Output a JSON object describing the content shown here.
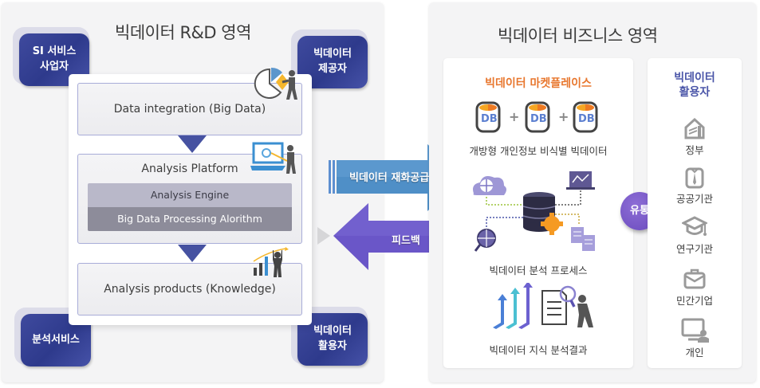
{
  "rd_area": {
    "title": "빅데이터 R&D 영역",
    "badges": {
      "si": "SI 서비스\n사업자",
      "provider": "빅데이터\n제공자",
      "analysis": "분석서비스",
      "user": "빅데이터\n활용자"
    },
    "stages": {
      "integration": "Data integration (Big Data)",
      "platform": "Analysis Platform",
      "engine": "Analysis Engine",
      "algorithm": "Big Data Processing Alorithm",
      "products": "Analysis products (Knowledge)"
    },
    "icons": [
      "pie-chart-person-icon",
      "laptop-presenter-icon",
      "growth-chart-person-icon"
    ]
  },
  "arrows": {
    "supply": "빅데이터 재화공급",
    "feedback": "피드백"
  },
  "biz_area": {
    "title": "빅데이터 비즈니스 영역",
    "marketplace": {
      "title": "빅데이터 마켓플레이스",
      "db_label": "DB",
      "plus": "+",
      "open_data_caption": "개방형 개인정보 비식별 빅데이터",
      "process_caption": "빅데이터 분석 프로세스",
      "knowledge_caption": "빅데이터 지식 분석결과"
    },
    "distribution": "유통",
    "users": {
      "title": "빅데이터\n활용자",
      "items": [
        {
          "label": "정부",
          "icon": "government-building-icon"
        },
        {
          "label": "공공기관",
          "icon": "shirt-tie-icon"
        },
        {
          "label": "연구기관",
          "icon": "graduation-cap-icon"
        },
        {
          "label": "민간기업",
          "icon": "briefcase-icon"
        },
        {
          "label": "개인",
          "icon": "monitor-person-icon"
        }
      ]
    }
  },
  "colors": {
    "badge": "#2e3a8c",
    "marketplace_title": "#e8772e",
    "users_title": "#4a55a8",
    "supply_arrow": "#4f8fc7",
    "feedback_arrow": "#6a56c8",
    "distribution": "#7656c4"
  }
}
